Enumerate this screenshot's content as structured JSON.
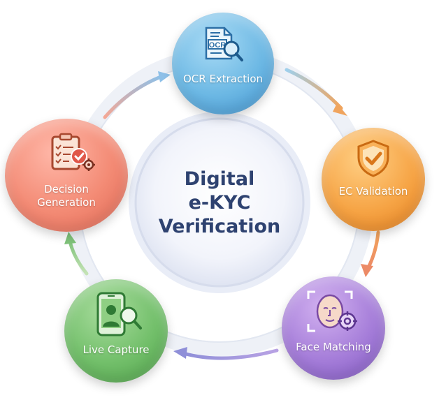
{
  "center": {
    "lines": [
      "Digital",
      "e-KYC",
      "Verification"
    ]
  },
  "nodes": {
    "ocr": {
      "label": "OCR Extraction",
      "icon": "ocr-document-search-icon",
      "color": "#6cb8e4",
      "icon_text": "OCR"
    },
    "ec": {
      "label": "EC Validation",
      "icon": "shield-check-icon",
      "color": "#f6a445"
    },
    "face": {
      "label": "Face Matching",
      "icon": "face-scan-target-icon",
      "color": "#a57dd9"
    },
    "live": {
      "label": "Live Capture",
      "icon": "phone-person-search-icon",
      "color": "#72bf6a"
    },
    "decision": {
      "label_lines": [
        "Decision",
        "Generation"
      ],
      "icon": "clipboard-check-gear-icon",
      "color": "#f38a74"
    }
  },
  "arrows": [
    "arrow-ocr-to-ec",
    "arrow-ec-to-face",
    "arrow-face-to-live",
    "arrow-live-to-decision",
    "arrow-decision-to-ocr"
  ]
}
